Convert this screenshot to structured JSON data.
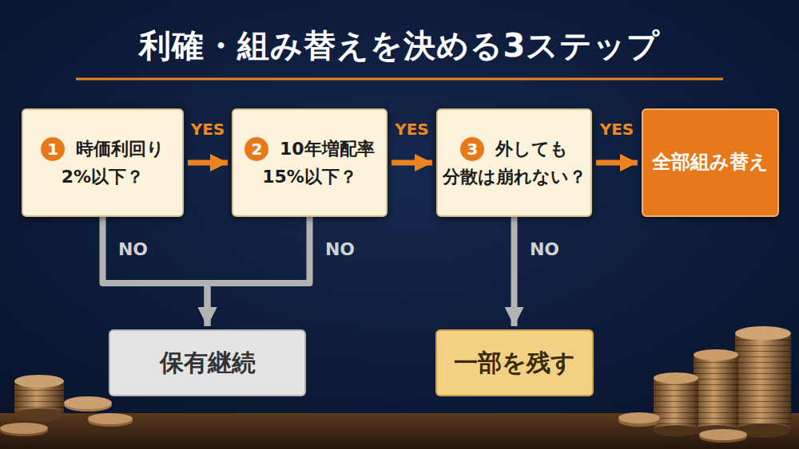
{
  "diagram": {
    "title": "利確・組み替えを決める3ステップ",
    "nodes": [
      {
        "text": [
          "1",
          "時価利回り 2%以下？"
        ]
      },
      {
        "text": [
          "2",
          "10年増配率 15%以下？"
        ]
      },
      {
        "text": [
          "3",
          "外しても 分散は崩れない？"
        ]
      },
      {
        "text": [
          "全部組み替え"
        ]
      },
      {
        "text": [
          "保有継続"
        ]
      },
      {
        "text": [
          "一部を残す"
        ]
      }
    ],
    "edges": [
      {
        "from": 0,
        "to": 1,
        "label": "YES",
        "arrow": "to"
      },
      {
        "from": 1,
        "to": 2,
        "label": "YES",
        "arrow": "to"
      },
      {
        "from": 2,
        "to": 3,
        "label": "YES",
        "arrow": "to"
      },
      {
        "from": 0,
        "to": 4,
        "label": "NO",
        "arrow": "to"
      },
      {
        "from": 1,
        "to": 4,
        "label": "NO",
        "arrow": "to"
      },
      {
        "from": 2,
        "to": 5,
        "label": "NO",
        "arrow": "to"
      }
    ]
  }
}
